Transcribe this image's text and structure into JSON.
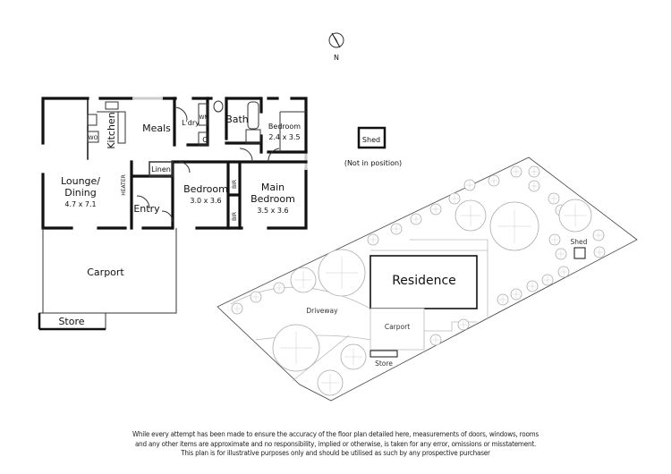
{
  "compass": {
    "label": "N"
  },
  "floor_plan": {
    "rooms": {
      "kitchen": "Kitchen",
      "meals": "Meals",
      "laundry": "L'dry",
      "wm": "WM",
      "cupboard": "C",
      "bath": "Bath",
      "bedroom2_name": "Bedroom",
      "bedroom2_size": "2.4 x 3.5",
      "wo": "WO",
      "linen": "Linen",
      "lounge_name_1": "Lounge/",
      "lounge_name_2": "Dining",
      "lounge_size": "4.7 x 7.1",
      "heater": "HEATER",
      "entry": "Entry",
      "bedroom3_name": "Bedroom",
      "bedroom3_size": "3.0 x 3.6",
      "bir_1": "BIR",
      "bir_2": "BIR",
      "main_bedroom_1": "Main",
      "main_bedroom_2": "Bedroom",
      "main_bedroom_size": "3.5 x 3.6",
      "carport": "Carport",
      "store": "Store"
    },
    "shed": {
      "label": "Shed",
      "note": "(Not in position)"
    }
  },
  "site_plan": {
    "residence": "Residence",
    "driveway": "Driveway",
    "carport": "Carport",
    "store": "Store",
    "shed": "Shed"
  },
  "disclaimer": [
    "While every attempt has been made to ensure the accuracy of the floor plan detailed here, measurements of doors, windows, rooms",
    "and any other items are approximate and no responsibility, implied or otherwise, is taken for any error, omissions or misstatement.",
    "This plan is for illustrative purposes only and should be utilised as such by any prospective purchaser"
  ]
}
